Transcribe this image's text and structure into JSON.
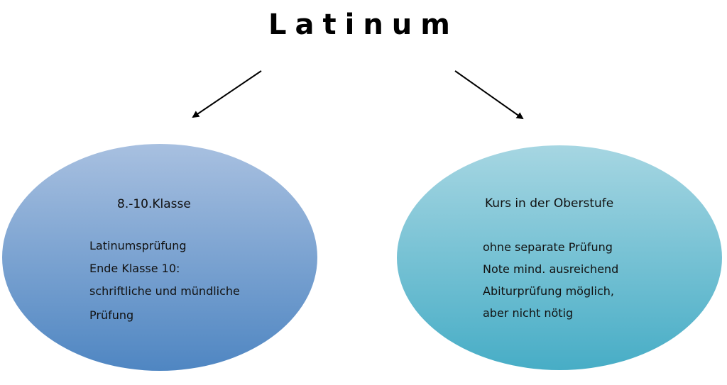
{
  "title": "Latinum",
  "left": {
    "heading": "8.-10.Klasse",
    "lines": [
      "Latinumsprüfung",
      "Ende Klasse 10:",
      "schriftliche und mündliche",
      "Prüfung"
    ],
    "color_top": "#a8c0e0",
    "color_bottom": "#4f86c2"
  },
  "right": {
    "heading": "Kurs in der Oberstufe",
    "lines": [
      "ohne separate Prüfung",
      "Note mind. ausreichend",
      "Abiturprüfung möglich,",
      "aber nicht nötig"
    ],
    "color_top": "#a6d6e2",
    "color_bottom": "#47adc6"
  }
}
